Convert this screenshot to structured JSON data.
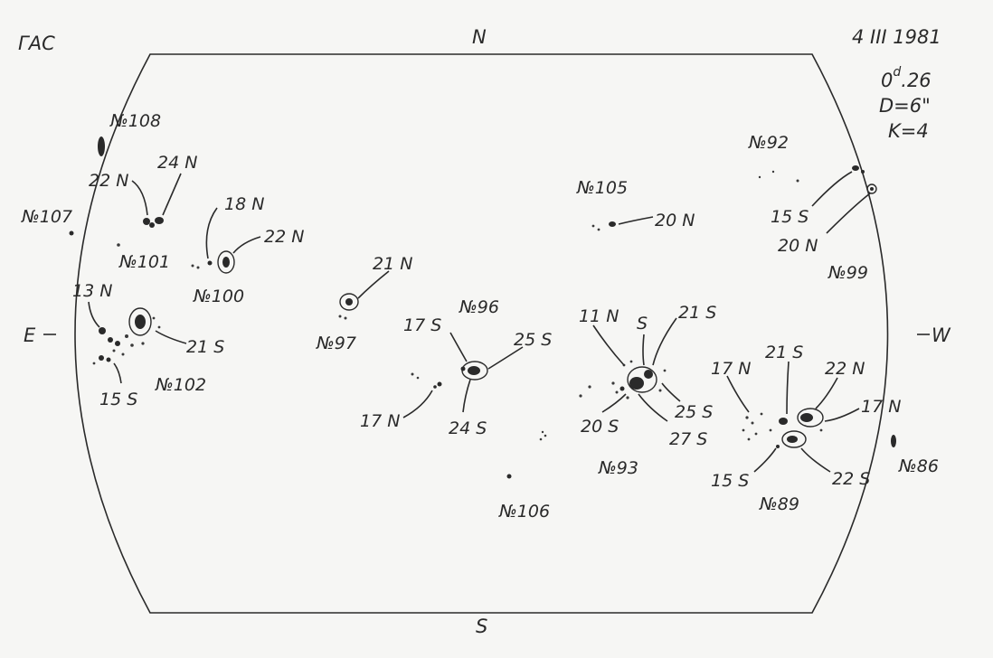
{
  "header": {
    "observatory": "ГАС",
    "date": "4 III 1981",
    "time_prefix": "0",
    "time_sup": "d",
    "time_suffix": ".26",
    "diameter": "D=6\"",
    "k_value": "K=4"
  },
  "directions": {
    "north": "N",
    "south": "S",
    "east": "E",
    "west": "W"
  },
  "groups": {
    "g108": "№108",
    "g107": "№107",
    "g101": "№101",
    "g100": "№100",
    "g102": "№102",
    "g97": "№97",
    "g96": "№96",
    "g105": "№105",
    "g106": "№106",
    "g93": "№93",
    "g92": "№92",
    "g99": "№99",
    "g89": "№89",
    "g86": "№86"
  },
  "latitudes": {
    "l101a": "22 N",
    "l101b": "24 N",
    "l100a": "18 N",
    "l100b": "22 N",
    "l102a": "13 N",
    "l102b": "21 S",
    "l102c": "15 S",
    "l97": "21 N",
    "l96a": "17 S",
    "l96b": "25 S",
    "l96c": "17 N",
    "l96d": "24 S",
    "l105": "20 N",
    "l93a": "11 N",
    "l93b": "S",
    "l93c": "21 S",
    "l93d": "25 S",
    "l93e": "20 S",
    "l93f": "27 S",
    "l92a": "15 S",
    "l92b": "20 N",
    "l89a": "17 N",
    "l89b": "21 S",
    "l89c": "22 N",
    "l89d": "17 N",
    "l89e": "15 S",
    "l89f": "22 S"
  }
}
